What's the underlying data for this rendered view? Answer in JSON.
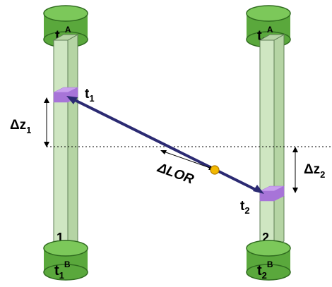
{
  "colors": {
    "cylinder_fill": "#5aa83c",
    "cylinder_top": "#7cc85a",
    "cylinder_stroke": "#2f6b1f",
    "bar_front": "#cfe6c2",
    "bar_side": "#b5d4a4",
    "bar_stroke": "#5f7f55",
    "detect_fill": "#a774d8",
    "detect_top": "#c9a0ee",
    "lor_line": "#2b2a72",
    "event_dot": "#f2b800",
    "event_dot_stroke": "#b07a00"
  },
  "crystal_1": {
    "top_label": {
      "base": "t",
      "sub": "1",
      "sup": "A"
    },
    "bottom_label": {
      "base": "t",
      "sub": "1",
      "sup": "B"
    },
    "number": "1"
  },
  "crystal_2": {
    "top_label": {
      "base": "t",
      "sub": "2",
      "sup": "A"
    },
    "bottom_label": {
      "base": "t",
      "sub": "2",
      "sup": "B"
    },
    "number": "2"
  },
  "annotations": {
    "t1": {
      "base": "t",
      "sub": "1"
    },
    "t2": {
      "base": "t",
      "sub": "2"
    },
    "dz1": {
      "base": "Δz",
      "sub": "1"
    },
    "dz2": {
      "base": "Δz",
      "sub": "2"
    },
    "dlor": "ΔLOR"
  }
}
